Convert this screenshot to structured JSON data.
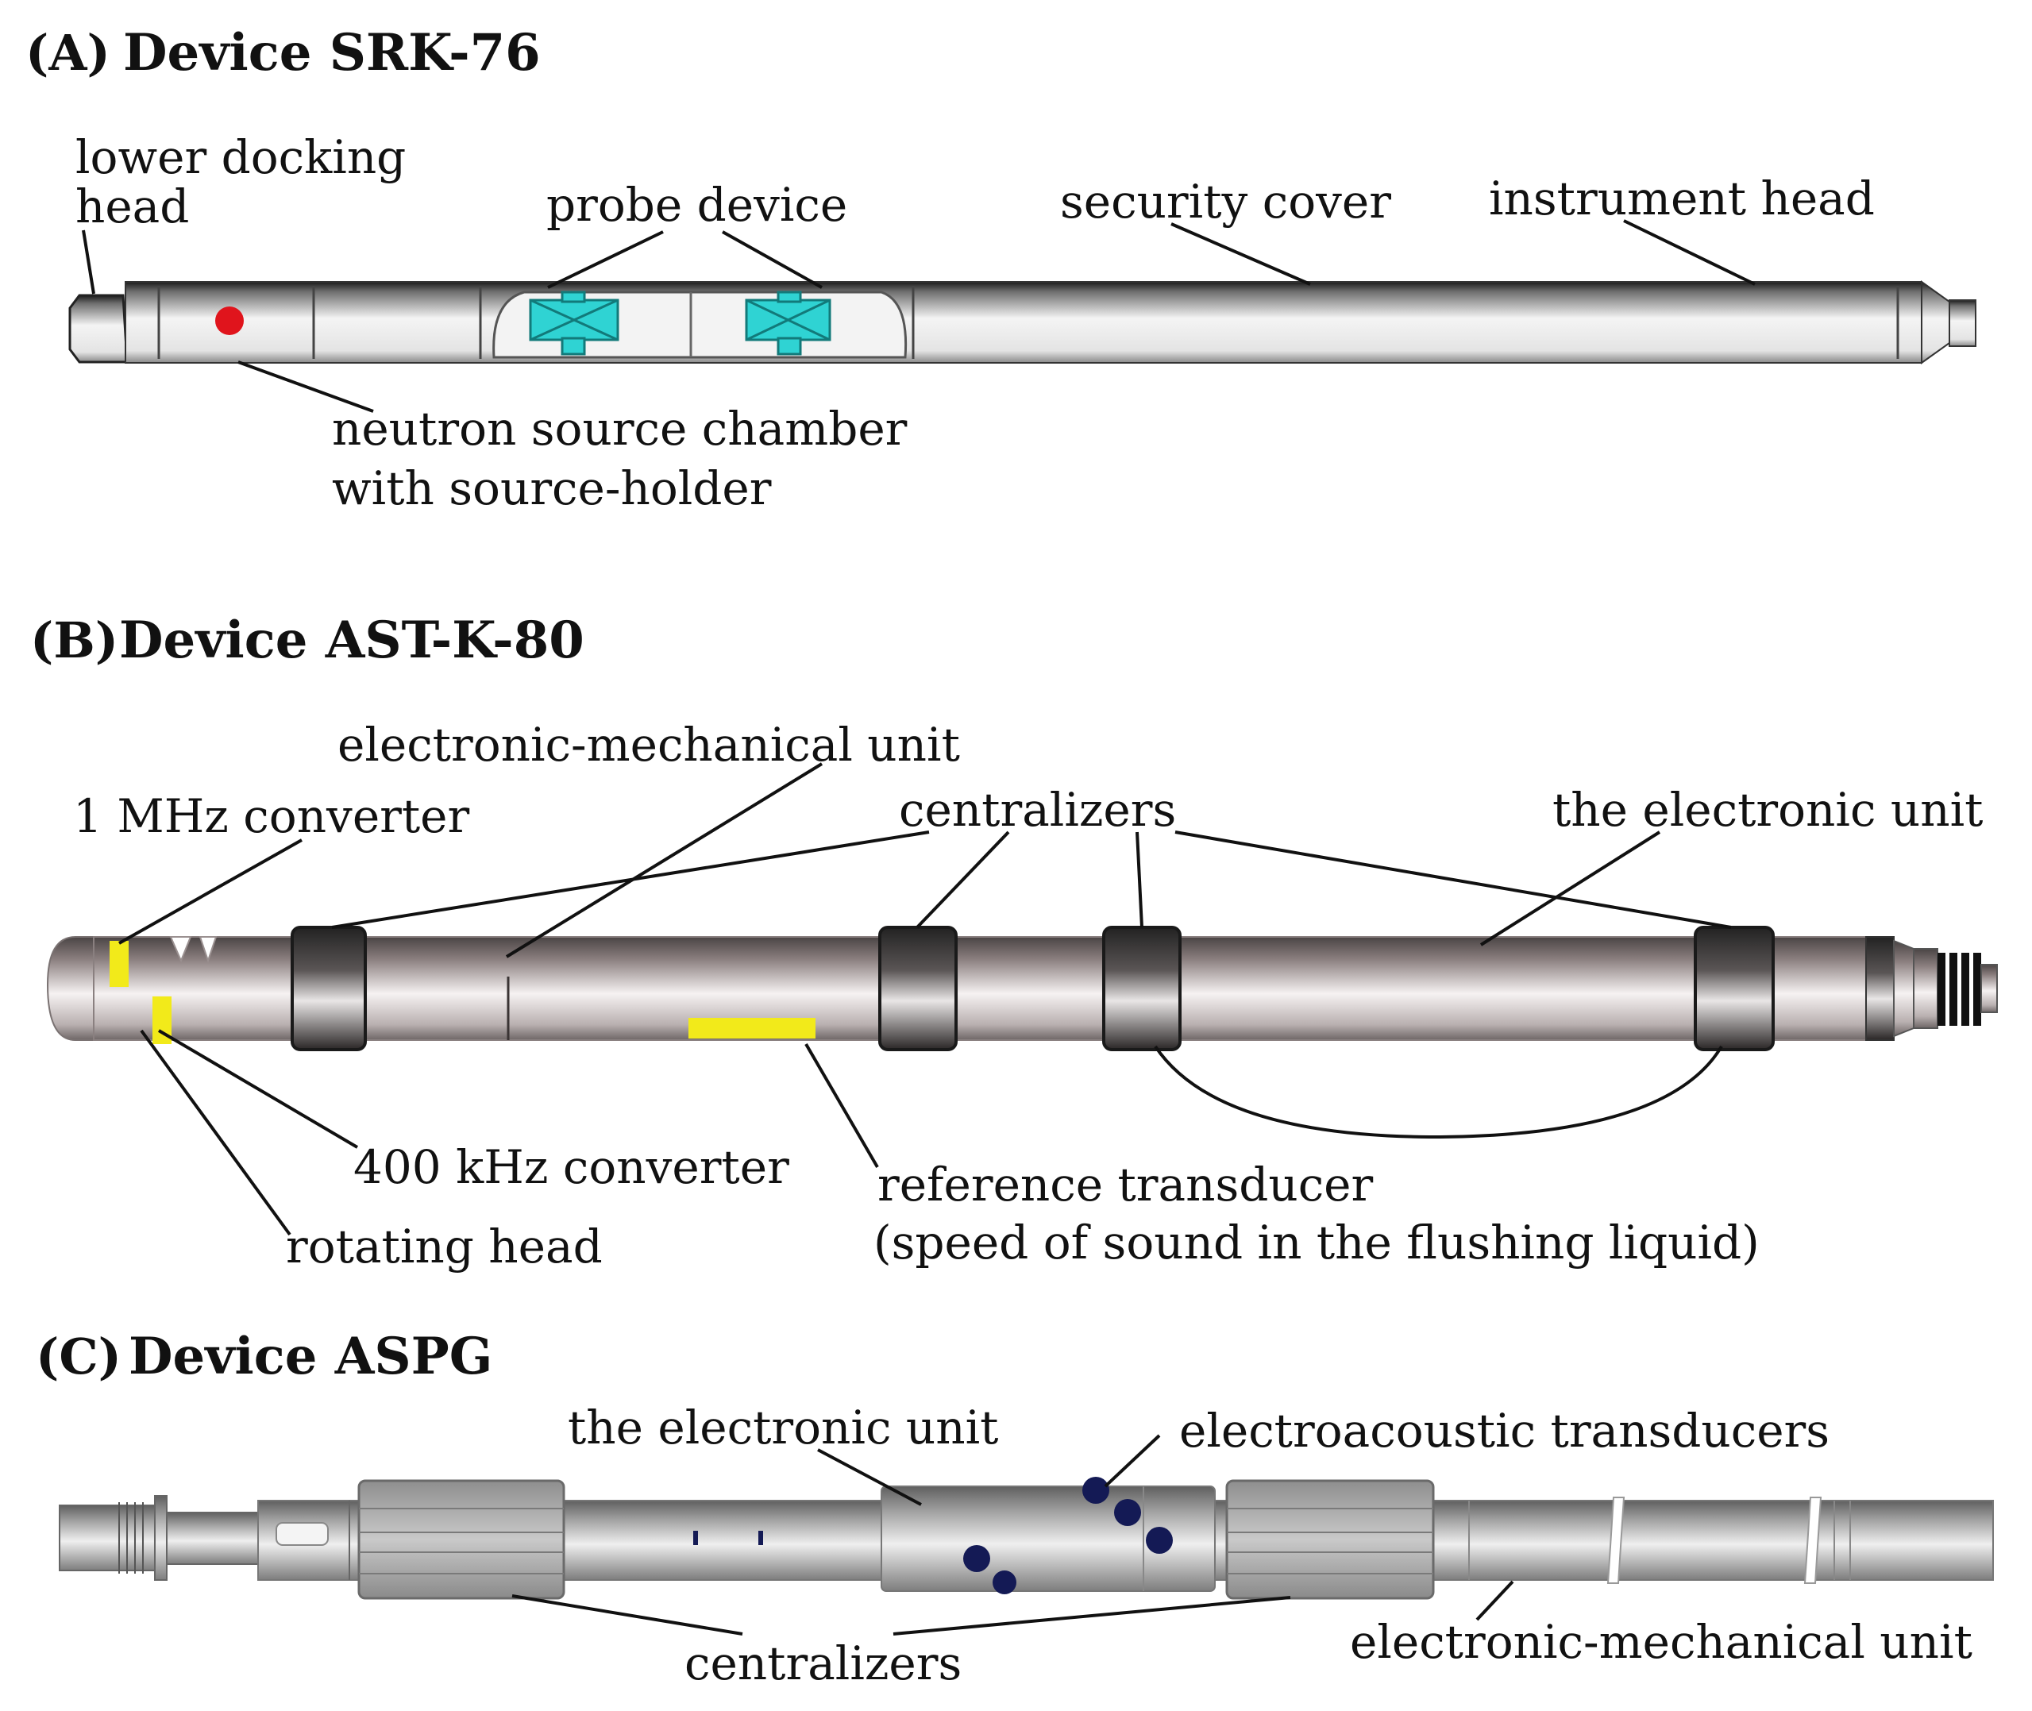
{
  "colors": {
    "text": "#111111",
    "neutron_source": "#e0141c",
    "probe": "#2fd3d3",
    "converter": "#f2ea1a",
    "transducer_dot": "#141a55"
  },
  "panels": {
    "a": {
      "letter": "(A)",
      "title": "Device SRK-76",
      "labels": {
        "lower_docking_head_1": "lower docking",
        "lower_docking_head_2": "head",
        "probe_device": "probe device",
        "security_cover": "security cover",
        "instrument_head": "instrument head",
        "neutron_source_1": "neutron source chamber",
        "neutron_source_2": "with source-holder"
      }
    },
    "b": {
      "letter": "(B)",
      "title": "Device AST-K-80",
      "labels": {
        "electronic_mechanical_unit": "electronic-mechanical unit",
        "converter_1mhz": "1 MHz converter",
        "centralizers": "centralizers",
        "electronic_unit": "the electronic unit",
        "converter_400khz": "400 kHz converter",
        "rotating_head": "rotating head",
        "reference_transducer_1": "reference transducer",
        "reference_transducer_2": "(speed of sound in the flushing liquid)"
      }
    },
    "c": {
      "letter": "(C)",
      "title": "Device ASPG",
      "labels": {
        "electronic_unit": "the electronic unit",
        "electroacoustic_transducers": "electroacoustic transducers",
        "centralizers": "centralizers",
        "electronic_mechanical_unit": "electronic-mechanical unit"
      }
    }
  }
}
